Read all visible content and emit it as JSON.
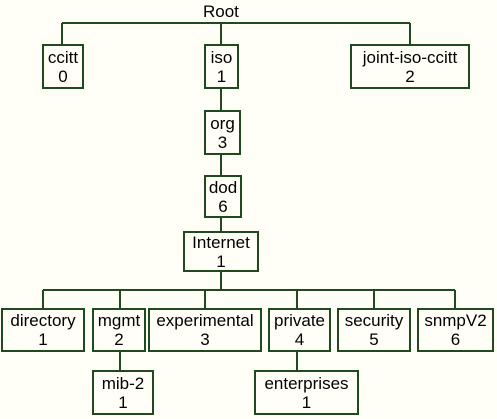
{
  "tree": {
    "root_label": "Root",
    "top": [
      {
        "name": "ccitt",
        "number": "0"
      },
      {
        "name": "iso",
        "number": "1"
      },
      {
        "name": "joint-iso-ccitt",
        "number": "2"
      }
    ],
    "chain": [
      {
        "name": "org",
        "number": "3"
      },
      {
        "name": "dod",
        "number": "6"
      },
      {
        "name": "Internet",
        "number": "1"
      }
    ],
    "internet_children": [
      {
        "name": "directory",
        "number": "1"
      },
      {
        "name": "mgmt",
        "number": "2"
      },
      {
        "name": "experimental",
        "number": "3"
      },
      {
        "name": "private",
        "number": "4"
      },
      {
        "name": "security",
        "number": "5"
      },
      {
        "name": "snmpV2",
        "number": "6"
      }
    ],
    "leaves": [
      {
        "name": "mib-2",
        "number": "1"
      },
      {
        "name": "enterprises",
        "number": "1"
      }
    ]
  }
}
